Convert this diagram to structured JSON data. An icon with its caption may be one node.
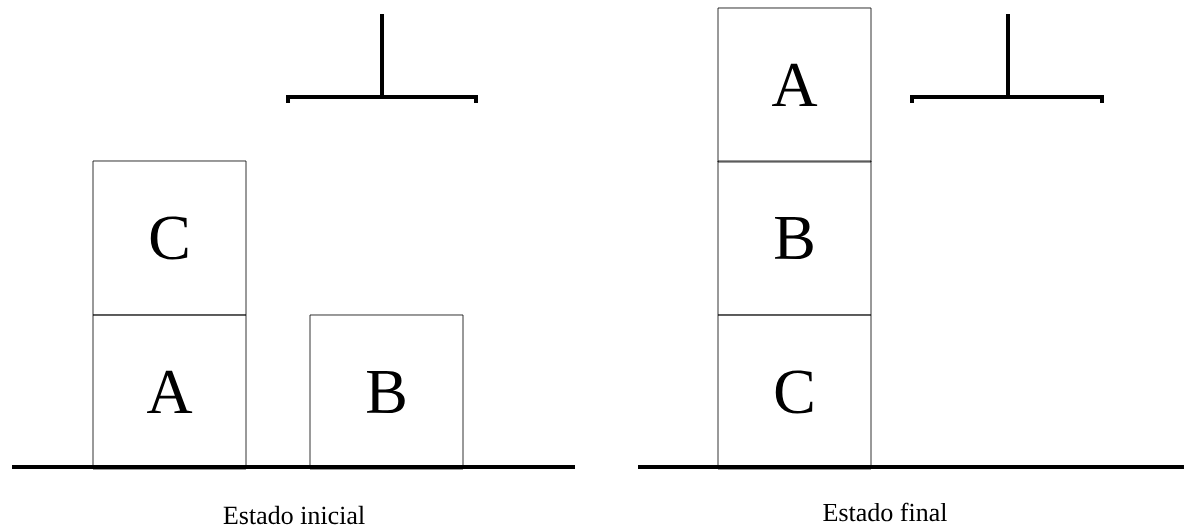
{
  "diagram": {
    "nodes": [
      {
        "text": [
          "C"
        ]
      },
      {
        "text": [
          "A"
        ]
      },
      {
        "text": [
          "B"
        ]
      },
      {
        "text": [
          "A"
        ]
      },
      {
        "text": [
          "B"
        ]
      },
      {
        "text": [
          "C"
        ]
      }
    ],
    "labels": [
      "Estado inicial",
      "Estado final"
    ]
  }
}
